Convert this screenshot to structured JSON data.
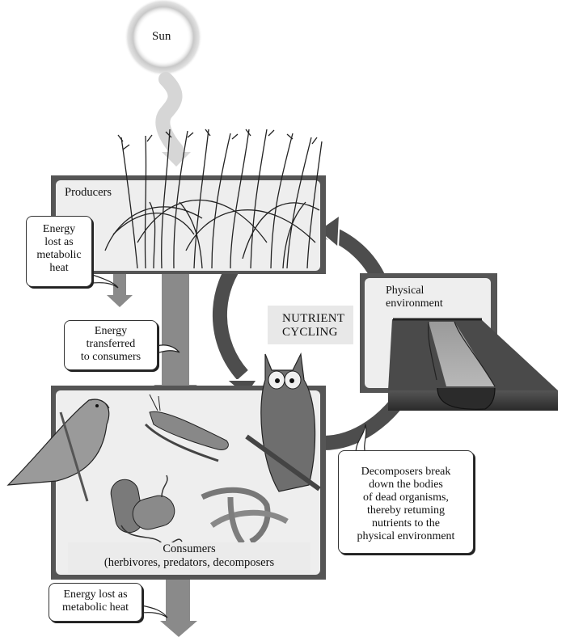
{
  "diagram": {
    "sun": {
      "label": "Sun",
      "icon": "sun-icon"
    },
    "producers": {
      "label": "Producers",
      "illustration": "grass-icon"
    },
    "physical_environment": {
      "label_line1": "Physical",
      "label_line2": "environment",
      "illustration": "stream-landscape-icon"
    },
    "nutrient_cycling": {
      "line1": "NUTRIENT",
      "line2": "CYCLING"
    },
    "consumers": {
      "label_line1": "Consumers",
      "label_line2": "(herbivores, predators, decomposers",
      "illustrations": [
        "sparrow-icon",
        "grasshopper-icon",
        "owl-icon",
        "bacteria-icon",
        "worms-icon"
      ]
    },
    "callouts": {
      "heat_producers": [
        "Energy",
        "lost as",
        "metabolic",
        "heat"
      ],
      "transfer": [
        "Energy",
        "transferred",
        "to consumers"
      ],
      "heat_consumers": [
        "Energy lost as",
        "metabolic heat"
      ],
      "decomposers": [
        "Decomposers break",
        "down the bodies",
        "of dead organisms,",
        "thereby retuming",
        "nutrients to the",
        "physical environment"
      ]
    },
    "colors": {
      "frame": "#555555",
      "panel": "#eeeeee",
      "energy_arrow": "#8a8a8a",
      "cycle_arrow": "#4d4d4d",
      "sun_glow": "#c8c8c8"
    }
  }
}
